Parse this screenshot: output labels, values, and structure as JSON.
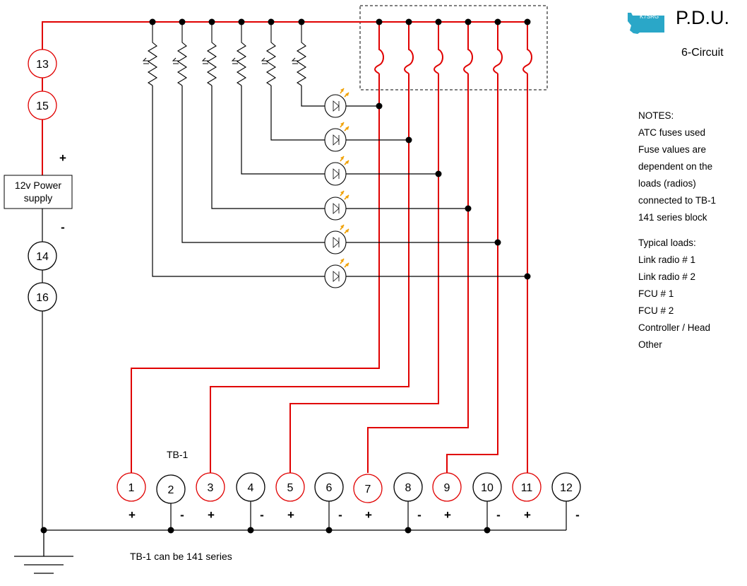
{
  "header": {
    "logo_text": "K7SRG",
    "title": "P.D.U.",
    "subtitle": "6-Circuit"
  },
  "notes": {
    "heading": "NOTES:",
    "lines": [
      "ATC fuses used",
      "Fuse values are",
      "dependent on the",
      "loads (radios)",
      "connected to TB-1",
      "141 series block"
    ],
    "loads_heading": "Typical loads:",
    "loads": [
      "Link radio # 1",
      "Link radio # 2",
      "FCU # 1",
      "FCU # 2",
      "Controller / Head",
      "Other"
    ]
  },
  "power_supply": {
    "line1": "12v Power",
    "line2": "supply",
    "plus": "+",
    "minus": "-"
  },
  "feed_terminals": {
    "positive": [
      "13",
      "15"
    ],
    "negative": [
      "14",
      "16"
    ]
  },
  "terminal_block": {
    "label": "TB-1",
    "note": "TB-1 can be 141 series",
    "terminals": [
      {
        "num": "1",
        "polarity": "+",
        "type": "positive"
      },
      {
        "num": "2",
        "polarity": "-",
        "type": "negative"
      },
      {
        "num": "3",
        "polarity": "+",
        "type": "positive"
      },
      {
        "num": "4",
        "polarity": "-",
        "type": "negative"
      },
      {
        "num": "5",
        "polarity": "+",
        "type": "positive"
      },
      {
        "num": "6",
        "polarity": "-",
        "type": "negative"
      },
      {
        "num": "7",
        "polarity": "+",
        "type": "positive"
      },
      {
        "num": "8",
        "polarity": "-",
        "type": "negative"
      },
      {
        "num": "9",
        "polarity": "+",
        "type": "positive"
      },
      {
        "num": "10",
        "polarity": "-",
        "type": "negative"
      },
      {
        "num": "11",
        "polarity": "+",
        "type": "positive"
      },
      {
        "num": "12",
        "polarity": "-",
        "type": "negative"
      }
    ]
  },
  "colors": {
    "positive_wire": "#e00000",
    "negative_wire": "#000000",
    "led": "#f0a000",
    "logo": "#2aa7c8"
  }
}
